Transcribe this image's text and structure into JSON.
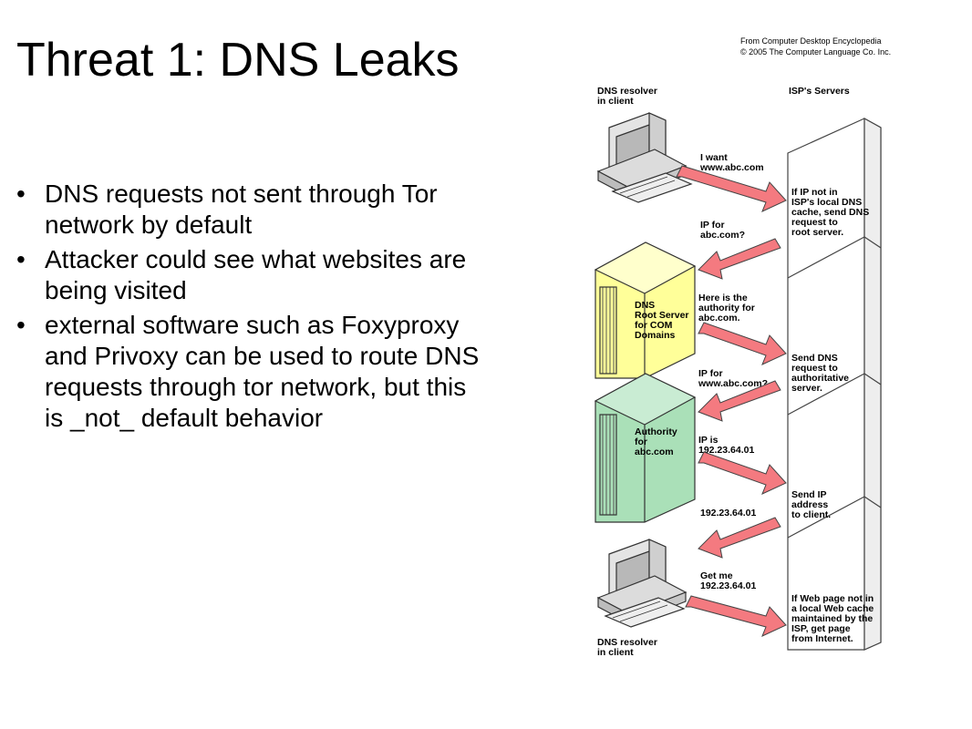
{
  "slide": {
    "title": "Threat 1: DNS Leaks",
    "bullets": [
      {
        "text": "DNS requests not sent through Tor network by default"
      },
      {
        "text": "Attacker could see what websites are being visited"
      },
      {
        "text": "external software such as Foxyproxy and Privoxy can be used to route DNS requests through tor network, but this is _not_ default behavior"
      }
    ],
    "bullet_glyph": "•"
  },
  "diagram": {
    "credit_lines": [
      "From Computer Desktop Encyclopedia",
      "© 2005 The Computer Language Co. Inc."
    ],
    "client_top_label": [
      "DNS resolver",
      "in client"
    ],
    "client_bottom_label": [
      "DNS resolver",
      "in client"
    ],
    "isp_label": "ISP's Servers",
    "root_server_label": [
      "DNS",
      "Root Server",
      "for COM",
      "Domains"
    ],
    "authority_label": [
      "Authority",
      "for",
      "abc.com"
    ],
    "messages": [
      [
        "I want",
        "www.abc.com"
      ],
      [
        "IP for",
        "abc.com?"
      ],
      [
        "Here is the",
        "authority for",
        "abc.com."
      ],
      [
        "IP for",
        "www.abc.com?"
      ],
      [
        "IP is",
        "192.23.64.01"
      ],
      [
        "192.23.64.01"
      ],
      [
        "Get me",
        "192.23.64.01"
      ]
    ],
    "isp_steps": [
      [
        "If IP not in",
        "ISP's local DNS",
        "cache, send DNS",
        "request to",
        "root server."
      ],
      [
        "Send DNS",
        "request to",
        "authoritative",
        "server."
      ],
      [
        "Send IP",
        "address",
        "to client."
      ],
      [
        "If Web page not in",
        "a local Web cache",
        "maintained by the",
        "ISP, get page",
        "from Internet."
      ]
    ],
    "colors": {
      "arrow_fill": "#f47a80",
      "root_server": "#ffff99",
      "authority_server": "#aae0b8",
      "client": "#e4e4e4",
      "isp_column": "#ffffff"
    }
  }
}
